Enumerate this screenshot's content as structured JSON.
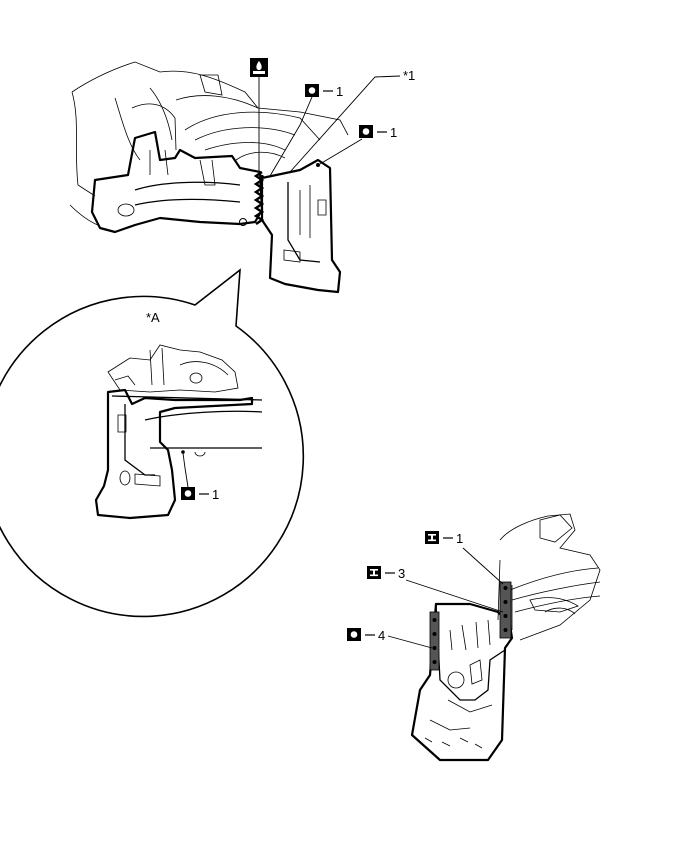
{
  "callouts": {
    "o1_top": "1",
    "star1": "*1",
    "o1_right": "1",
    "starA": "*A",
    "o1_circle": "1",
    "i1": "1",
    "i3": "3",
    "o4": "4"
  },
  "icons": {
    "o_symbol": "o-weld-symbol-icon",
    "i_symbol": "i-weld-symbol-icon",
    "sealer": "sealer-icon"
  },
  "colors": {
    "line": "#000000",
    "background": "#ffffff",
    "seam_fill": "#555555"
  }
}
